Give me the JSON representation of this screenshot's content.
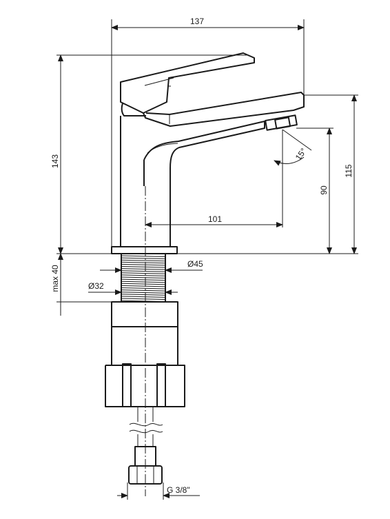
{
  "dimensions": {
    "overall_width": "137",
    "overall_height": "143",
    "spout_height": "115",
    "aerator_height": "90",
    "spout_reach": "101",
    "spray_angle": "15°",
    "base_diameter": "Ø45",
    "thread_diameter": "Ø32",
    "max_mounting_depth": "max 40",
    "hose_connection": "G 3/8\""
  },
  "colors": {
    "line": "#1a1a1a",
    "background": "#ffffff"
  }
}
